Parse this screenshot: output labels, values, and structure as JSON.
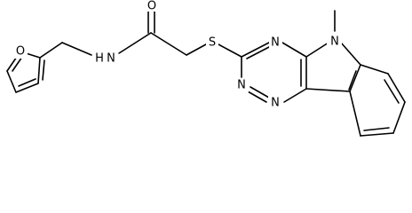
{
  "molecule": {
    "atoms": {
      "o_furan": "O",
      "n_amide": "N",
      "h_amide": "H",
      "o_carbonyl": "O",
      "s_thioether": "S",
      "n_triazine_a": "N",
      "n_triazine_b": "N",
      "n_triazine_c": "N",
      "n_indole": "N"
    },
    "colors": {
      "bond": "#000000",
      "label": "#000000",
      "background": "#ffffff"
    }
  }
}
